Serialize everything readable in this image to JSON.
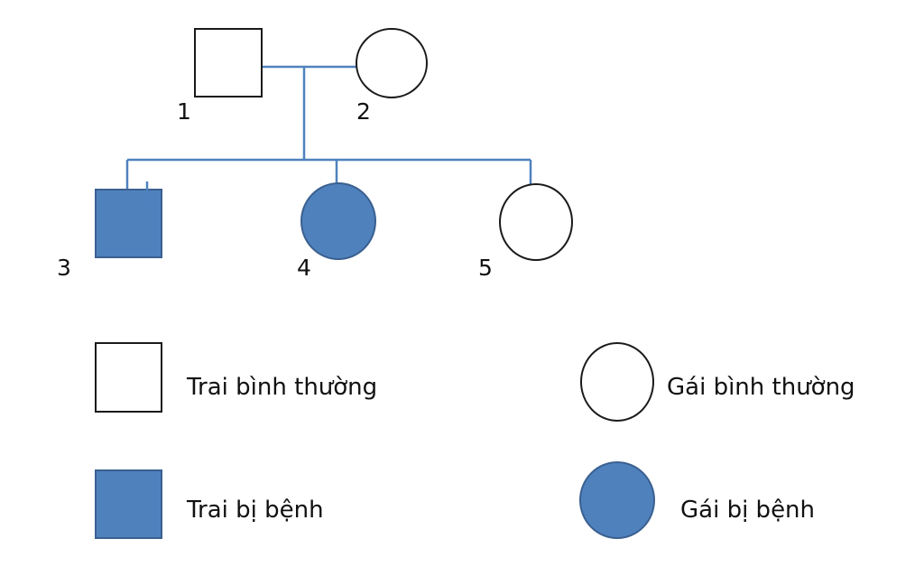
{
  "pedigree": {
    "individuals": [
      {
        "id": "1",
        "label": "1",
        "sex": "male",
        "status": "normal"
      },
      {
        "id": "2",
        "label": "2",
        "sex": "female",
        "status": "normal"
      },
      {
        "id": "3",
        "label": "3",
        "sex": "male",
        "status": "affected"
      },
      {
        "id": "4",
        "label": "4",
        "sex": "female",
        "status": "affected"
      },
      {
        "id": "5",
        "label": "5",
        "sex": "female",
        "status": "normal"
      }
    ],
    "parents": [
      "1",
      "2"
    ],
    "children": [
      "3",
      "4",
      "5"
    ]
  },
  "legend": {
    "normal_male": "Trai bình thường",
    "normal_female": "Gái bình thường",
    "affected_male": "Trai bị bệnh",
    "affected_female": "Gái bị bệnh"
  },
  "colors": {
    "affected_fill": "#4f81bd",
    "line": "#4f81bd",
    "outline": "#1a1a1a"
  }
}
